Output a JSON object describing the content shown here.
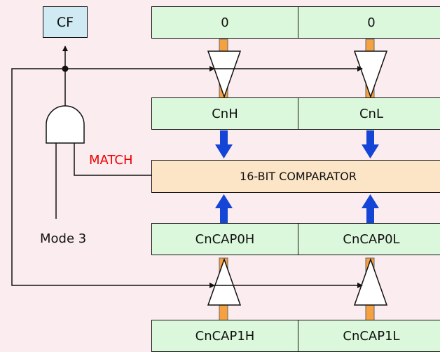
{
  "flag": {
    "label": "CF"
  },
  "registers": {
    "top_high": "0",
    "top_low": "0",
    "counter_high": "CnH",
    "counter_low": "CnL",
    "cap0_high": "CnCAP0H",
    "cap0_low": "CnCAP0L",
    "cap1_high": "CnCAP1H",
    "cap1_low": "CnCAP1L"
  },
  "comparator": {
    "label": "16-BIT COMPARATOR"
  },
  "labels": {
    "match": "MATCH",
    "mode": "Mode 3"
  },
  "colors": {
    "background": "#fbecef",
    "register_fill": "#dcf8dc",
    "flag_fill": "#cfeaf2",
    "comparator_fill": "#fbe5c6",
    "bus_fill": "#f5a142",
    "bus_arrow": "#1545d6",
    "match_text": "#ee0000"
  }
}
